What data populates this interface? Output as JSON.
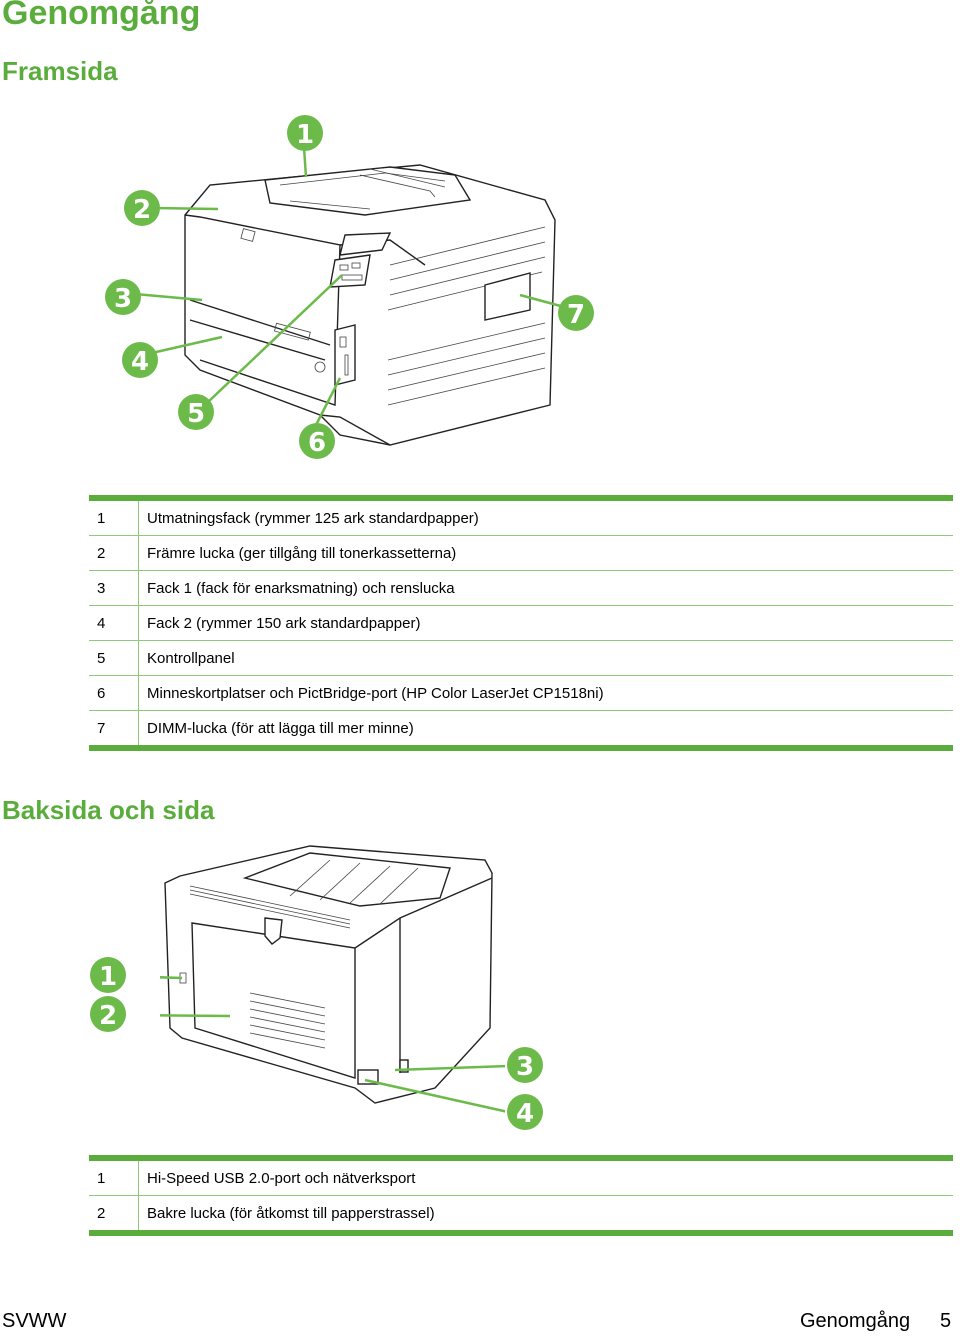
{
  "page": {
    "title": "Genomgång",
    "section_front": "Framsida",
    "section_back": "Baksida och sida"
  },
  "front_callouts": [
    "1",
    "2",
    "3",
    "4",
    "5",
    "6",
    "7"
  ],
  "front_table": [
    {
      "num": "1",
      "text": "Utmatningsfack (rymmer 125 ark standardpapper)"
    },
    {
      "num": "2",
      "text": "Främre lucka (ger tillgång till tonerkassetterna)"
    },
    {
      "num": "3",
      "text": "Fack 1 (fack för enarksmatning) och renslucka"
    },
    {
      "num": "4",
      "text": "Fack 2 (rymmer 150 ark standardpapper)"
    },
    {
      "num": "5",
      "text": "Kontrollpanel"
    },
    {
      "num": "6",
      "text": "Minneskortplatser och PictBridge-port (HP Color LaserJet CP1518ni)"
    },
    {
      "num": "7",
      "text": "DIMM-lucka (för att lägga till mer minne)"
    }
  ],
  "back_callouts": [
    "1",
    "2",
    "3",
    "4"
  ],
  "back_table": [
    {
      "num": "1",
      "text": "Hi-Speed USB 2.0-port och nätverksport"
    },
    {
      "num": "2",
      "text": "Bakre lucka (för åtkomst till papperstrassel)"
    }
  ],
  "footer": {
    "left": "SVWW",
    "right_label": "Genomgång",
    "page_number": "5"
  },
  "colors": {
    "accent": "#5aad3c",
    "callout": "#6cbb4a",
    "rule": "#8fc97a"
  }
}
